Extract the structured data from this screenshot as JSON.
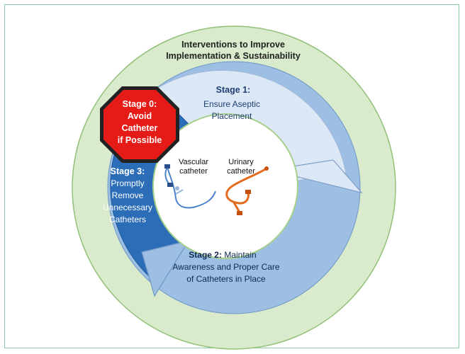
{
  "diagram": {
    "outer_title_line1": "Interventions to Improve",
    "outer_title_line2": "Implementation & Sustainability",
    "stage1": {
      "heading": "Stage 1:",
      "line1": "Ensure Aseptic",
      "line2": "Placement"
    },
    "stage2": {
      "heading": "Stage 2:",
      "line1_rest": " Maintain",
      "line2": "Awareness and Proper Care",
      "line3": "of Catheters in Place"
    },
    "stage3": {
      "heading": "Stage 3:",
      "line1": "Promptly",
      "line2": "Remove",
      "line3": "Unnecessary",
      "line4": "Catheters"
    },
    "stage0": {
      "line1": "Stage 0:",
      "line2": "Avoid",
      "line3": "Catheter",
      "line4": "if Possible"
    },
    "center": {
      "vascular_line1": "Vascular",
      "vascular_line2": "catheter",
      "urinary_line1": "Urinary",
      "urinary_line2": "catheter"
    },
    "colors": {
      "outer_ring": "#d9ebcc",
      "outer_ring_border": "#92c079",
      "stage1_fill": "#dde8f6",
      "stage2_fill": "#9dbfe3",
      "stage3_fill": "#2c6db8",
      "stop_sign": "#e41b17",
      "urinary_catheter": "#e36b1c",
      "vascular_catheter": "#4c82c8"
    }
  }
}
